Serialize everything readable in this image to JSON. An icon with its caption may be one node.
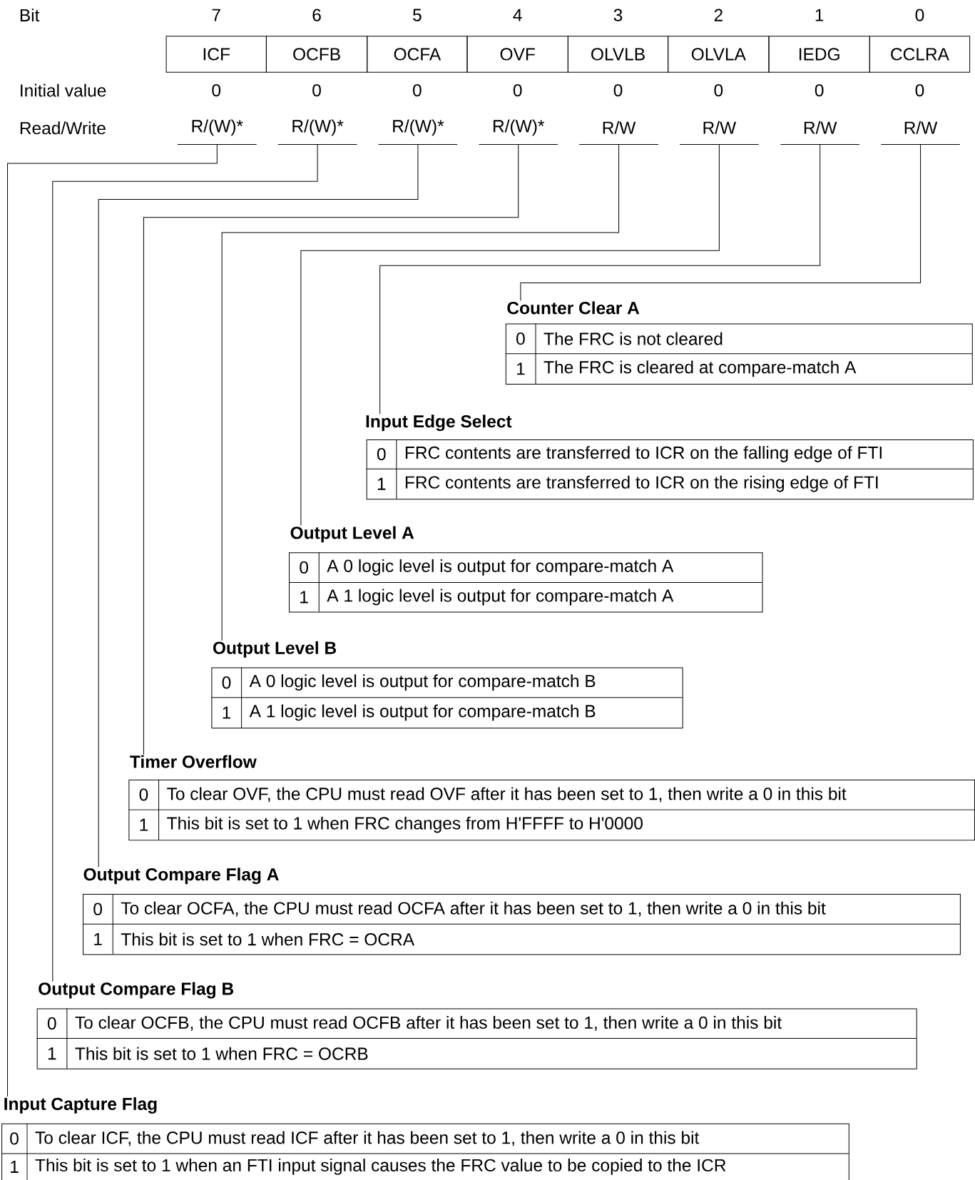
{
  "diagram": {
    "nodes": [
      {
        "text": [
          "ICF"
        ]
      },
      {
        "text": [
          "OCFB"
        ]
      },
      {
        "text": [
          "OCFA"
        ]
      },
      {
        "text": [
          "OVF"
        ]
      },
      {
        "text": [
          "OLVLB"
        ]
      },
      {
        "text": [
          "OLVLA"
        ]
      },
      {
        "text": [
          "IEDG"
        ]
      },
      {
        "text": [
          "CCLRA"
        ]
      },
      {
        "text": [
          "R/(W)*"
        ]
      },
      {
        "text": [
          "R/(W)*"
        ]
      },
      {
        "text": [
          "R/(W)*"
        ]
      },
      {
        "text": [
          "R/(W)*"
        ]
      },
      {
        "text": [
          "R/W"
        ]
      },
      {
        "text": [
          "R/W"
        ]
      },
      {
        "text": [
          "R/W"
        ]
      },
      {
        "text": [
          "R/W"
        ]
      },
      {
        "text": [
          "Counter Clear A",
          "0",
          "The FRC is not cleared",
          "1",
          "The FRC is cleared at compare-match A"
        ]
      },
      {
        "text": [
          "Input Edge Select",
          "0",
          "FRC contents are transferred to ICR on the falling edge of FTI",
          "1",
          "FRC contents are transferred to ICR on the rising edge of FTI"
        ]
      },
      {
        "text": [
          "Output Level A",
          "0",
          "A 0 logic level is output for compare-match A",
          "1",
          "A 1 logic level is output for compare-match A"
        ]
      },
      {
        "text": [
          "Output Level B",
          "0",
          "A 0 logic level is output for compare-match B",
          "1",
          "A 1 logic level is output for compare-match B"
        ]
      },
      {
        "text": [
          "Timer Overflow",
          "0",
          "To clear OVF, the CPU must read OVF after it has been set to 1, then write a 0 in this bit",
          "1",
          "This bit is set to 1 when FRC changes from H'FFFF to H'0000"
        ]
      },
      {
        "text": [
          "Output Compare Flag A",
          "0",
          "To clear OCFA, the CPU must read OCFA after it has been set to 1, then write a 0 in this bit",
          "1",
          "This bit is set to 1 when FRC = OCRA"
        ]
      },
      {
        "text": [
          "Output Compare Flag B",
          "0",
          "To clear OCFB, the CPU must read OCFB after it has been set to 1, then write a 0 in this bit",
          "1",
          "This bit is set to 1 when FRC = OCRB"
        ]
      },
      {
        "text": [
          "Input Capture Flag",
          "0",
          "To clear ICF, the CPU must read ICF after it has been set to 1, then write a 0 in this bit",
          "1",
          "This bit is set to 1 when an FTI input signal causes the FRC value to be copied to the ICR"
        ]
      }
    ],
    "edges": [
      {
        "from": 8,
        "to": 23,
        "arrow": "none"
      },
      {
        "from": 9,
        "to": 22,
        "arrow": "none"
      },
      {
        "from": 10,
        "to": 21,
        "arrow": "none"
      },
      {
        "from": 11,
        "to": 20,
        "arrow": "none"
      },
      {
        "from": 12,
        "to": 19,
        "arrow": "none"
      },
      {
        "from": 13,
        "to": 18,
        "arrow": "none"
      },
      {
        "from": 14,
        "to": 17,
        "arrow": "none"
      },
      {
        "from": 15,
        "to": 16,
        "arrow": "none"
      }
    ],
    "labels": [
      "Bit",
      "7",
      "6",
      "5",
      "4",
      "3",
      "2",
      "1",
      "0",
      "Initial value",
      "0",
      "0",
      "0",
      "0",
      "0",
      "0",
      "0",
      "0",
      "Read/Write"
    ]
  }
}
